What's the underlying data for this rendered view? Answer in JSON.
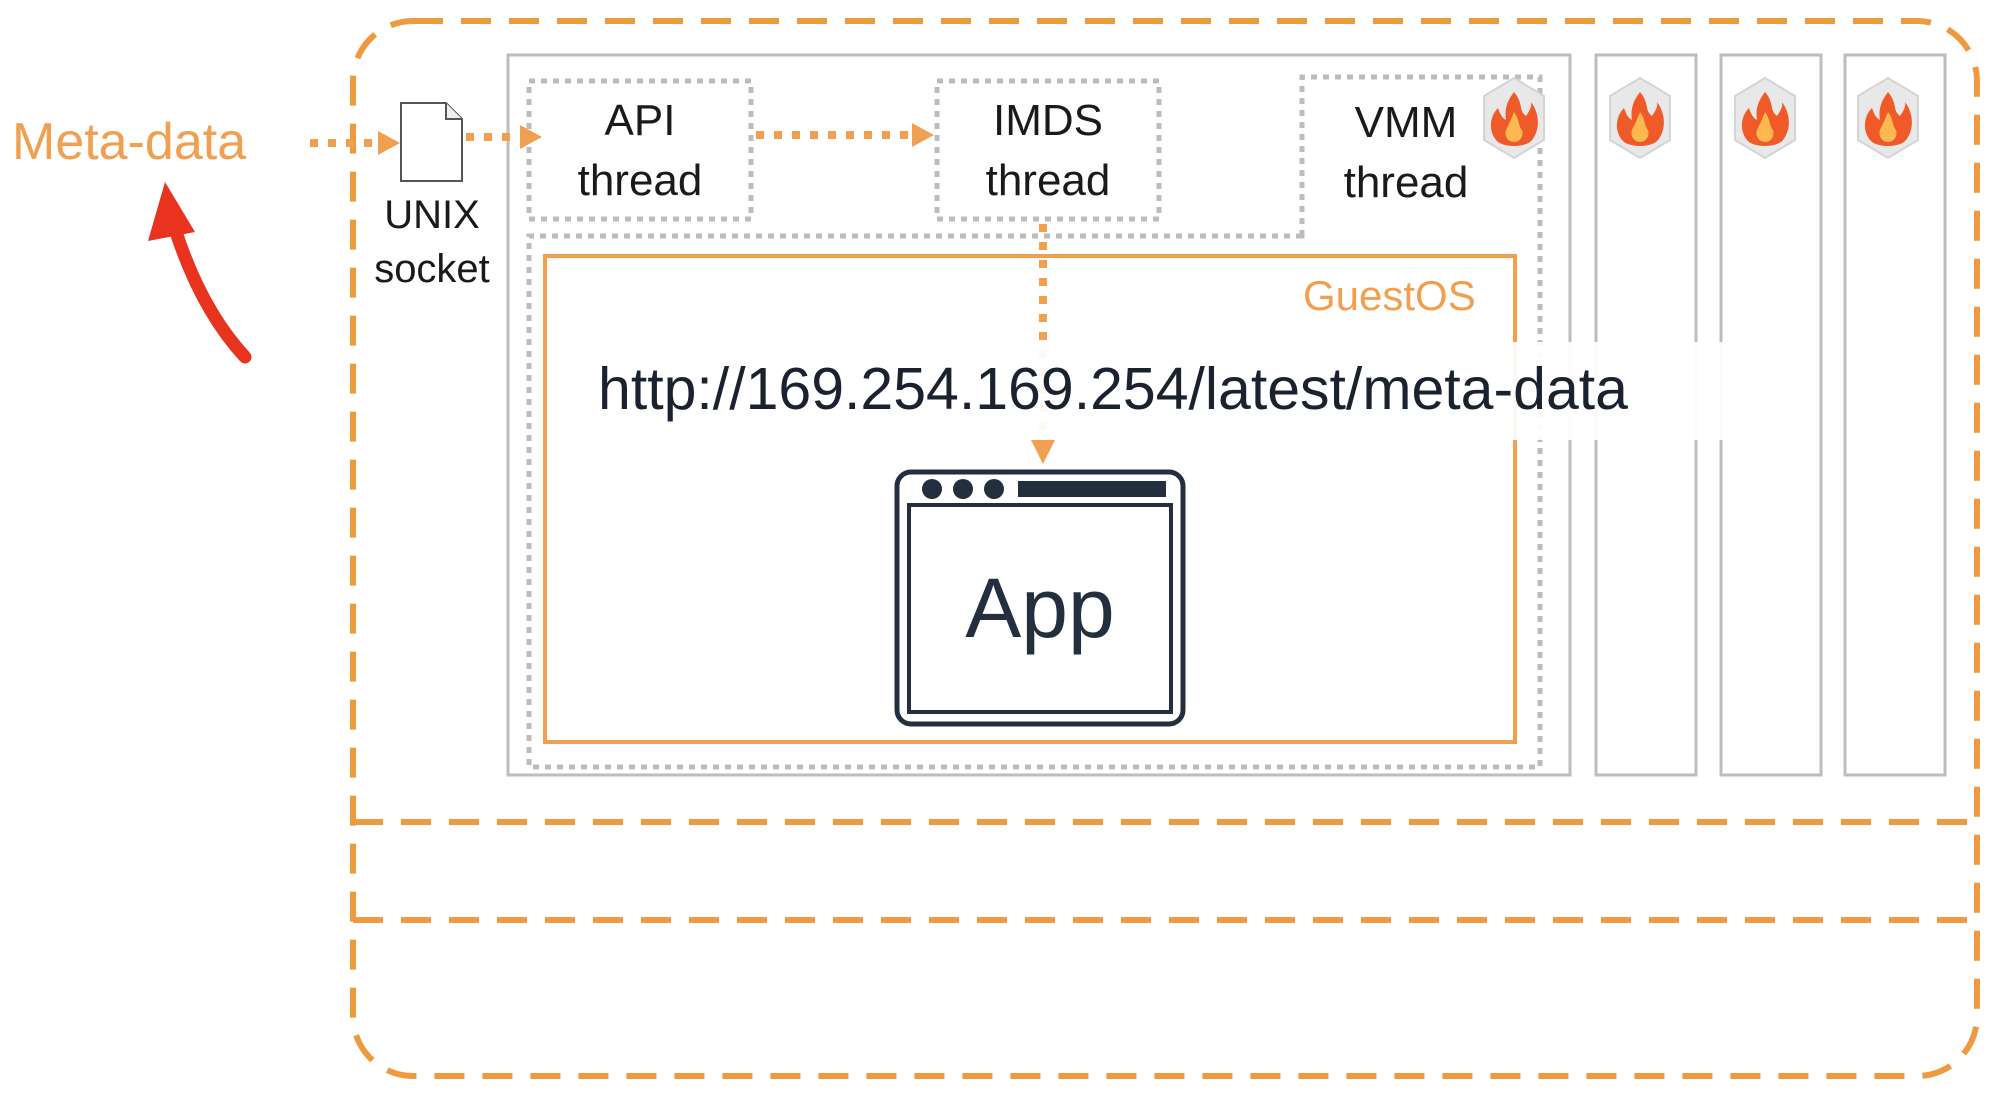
{
  "meta_data_label": "Meta-data",
  "unix_socket": {
    "line1": "UNIX",
    "line2": "socket"
  },
  "api_thread": {
    "line1": "API",
    "line2": "thread"
  },
  "imds_thread": {
    "line1": "IMDS",
    "line2": "thread"
  },
  "vmm_thread": {
    "line1": "VMM",
    "line2": "thread"
  },
  "guest_os_label": "GuestOS",
  "metadata_url": "http://169.254.169.254/latest/meta-data",
  "app_label": "App",
  "colors": {
    "accent_orange": "#F0A050",
    "dashed_orange": "#EE9A3F",
    "red_arrow": "#E8341E",
    "grey_box": "#BDBDBD",
    "dark": "#232F3E"
  },
  "icons": [
    "document-icon",
    "firecracker-icon"
  ]
}
